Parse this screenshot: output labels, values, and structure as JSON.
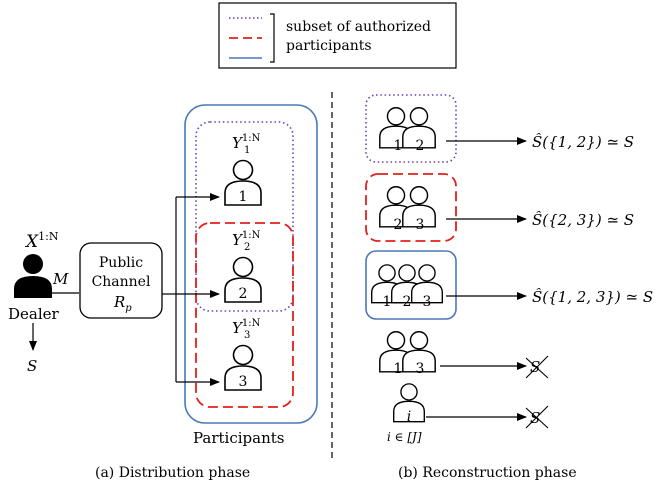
{
  "legend": {
    "text_line1": "subset of authorized",
    "text_line2": "participants",
    "colors": {
      "purple": "#6a3fb8",
      "red": "#e0201b",
      "blue": "#4a78b8"
    }
  },
  "left": {
    "x_label": "X",
    "x_sup": "1:N",
    "m_label": "M",
    "dealer_label": "Dealer",
    "s_label": "S",
    "channel": {
      "line1": "Public",
      "line2": "Channel",
      "line3_main": "R",
      "line3_sub": "p"
    },
    "participants": [
      {
        "y_main": "Y",
        "y_sub": "1",
        "y_sup": "1:N",
        "badge": "1"
      },
      {
        "y_main": "Y",
        "y_sub": "2",
        "y_sup": "1:N",
        "badge": "2"
      },
      {
        "y_main": "Y",
        "y_sub": "3",
        "y_sup": "1:N",
        "badge": "3"
      }
    ],
    "participants_caption": "Participants",
    "caption": "(a) Distribution phase"
  },
  "right": {
    "groups": [
      {
        "badges": [
          "1",
          "2"
        ],
        "result": "Ŝ({1, 2}) ≃ S",
        "border": "purple"
      },
      {
        "badges": [
          "2",
          "3"
        ],
        "result": "Ŝ({2, 3}) ≃ S",
        "border": "red"
      },
      {
        "badges": [
          "1",
          "2",
          "3"
        ],
        "result": "Ŝ({1, 2, 3}) ≃ S",
        "border": "blue"
      },
      {
        "badges": [
          "1",
          "3"
        ],
        "result": "S",
        "border": "none"
      },
      {
        "badges": [
          "i"
        ],
        "result": "S",
        "border": "none",
        "note": "i ∈ [J]"
      }
    ],
    "caption": "(b) Reconstruction phase"
  }
}
